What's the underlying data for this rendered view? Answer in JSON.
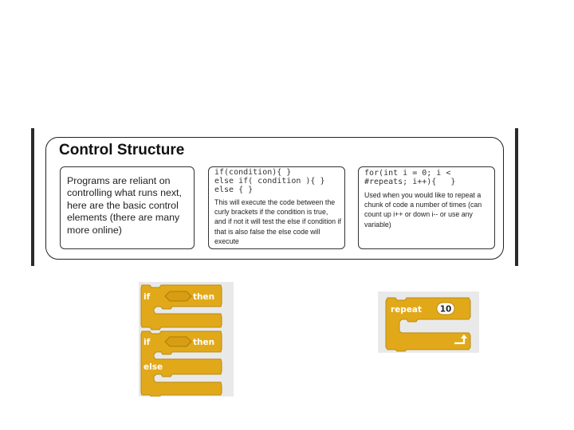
{
  "card": {
    "title": "Control Structure",
    "intro": "Programs are reliant on controlling what runs next, here are the basic control elements (there are many more online)",
    "if_panel": {
      "code": "if(condition){ }\nelse if( condition ){ }\nelse { }",
      "description": "This will execute the code between the curly brackets if the condition is true, and if not it will test the else if condition if that is also false the else code will execute"
    },
    "for_panel": {
      "code": "for(int i = 0; i <\n#repeats; i++){   }",
      "description": "Used when you would like to repeat a chunk of code a number of times (can count up i++ or down i-- or use any variable)"
    }
  },
  "scratch_blocks": {
    "if_then": {
      "if_label": "if",
      "then_label": "then"
    },
    "if_then_else": {
      "if_label": "if",
      "then_label": "then",
      "else_label": "else"
    },
    "repeat": {
      "label": "repeat",
      "count": "10"
    }
  },
  "colors": {
    "block_fill": "#e1a91a",
    "block_stroke": "#b98c12",
    "block_area": "#e9e9e9"
  },
  "icons": [
    "loop-arrow-icon"
  ]
}
